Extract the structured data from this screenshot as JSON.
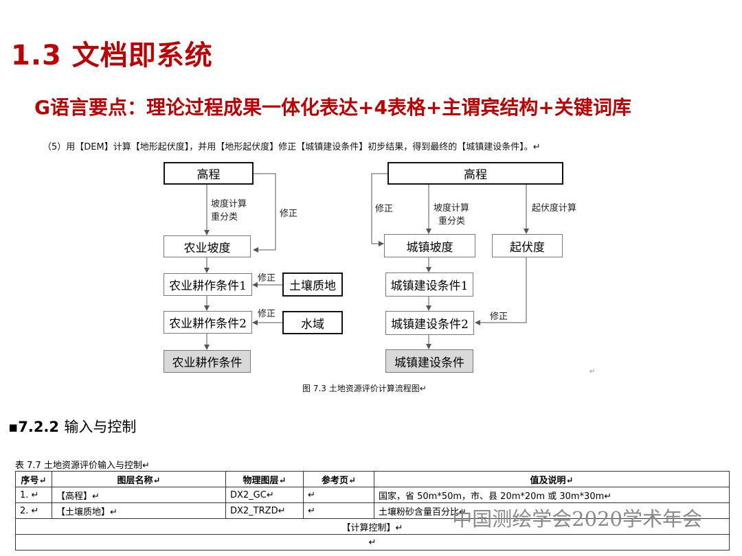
{
  "slide": {
    "title": "1.3 文档即系统",
    "subtitle": "G语言要点：理论过程成果一体化表达+4表格+主谓宾结构+关键词库"
  },
  "document": {
    "intro": "（5）用【DEM】计算【地形起伏度】，并用【地形起伏度】修正【城镇建设条件】初步结果，得到最终的【城镇建设条件】。↵",
    "figure_caption": "图 7.3 土地资源评价计算流程图↵",
    "section_number": "7.2.2",
    "section_title": "输入与控制",
    "table_caption": "表 7.7 土地资源评价输入与控制↵"
  },
  "flowchart": {
    "left": {
      "elevation": "高程",
      "slope_calc": "坡度计算",
      "reclass": "重分类",
      "correct_side": "修正",
      "ag_slope": "农业坡度",
      "ag_cond1": "农业耕作条件1",
      "soil_correct": "修正",
      "soil": "土壤质地",
      "ag_cond2": "农业耕作条件2",
      "water_correct": "修正",
      "water": "水域",
      "ag_final": "农业耕作条件"
    },
    "right": {
      "elevation": "高程",
      "correct_left": "修正",
      "slope_calc": "坡度计算",
      "reclass": "重分类",
      "relief_calc": "起伏度计算",
      "urban_slope": "城镇坡度",
      "relief": "起伏度",
      "urban_cond1": "城镇建设条件1",
      "urban_cond2": "城镇建设条件2",
      "relief_correct": "修正",
      "urban_final": "城镇建设条件"
    },
    "end_mark": "↵"
  },
  "table": {
    "headers": [
      "序号↵",
      "图层名称↵",
      "物理图层↵",
      "参考页↵",
      "值及说明↵"
    ],
    "rows": [
      [
        "1.  ↵",
        "【高程】↵",
        "DX2_GC↵",
        "↵",
        "国家，省 50m*50m，市、县 20m*20m 或 30m*30m↵"
      ],
      [
        "2.  ↵",
        "【土壤质地】↵",
        "DX2_TRZD↵",
        "↵",
        "土壤粉砂含量百分比↵"
      ]
    ],
    "control_row": "【计算控制】↵",
    "empty_row": "↵",
    "row_end": "↵"
  },
  "watermark": "中国测绘学会2020学术年会"
}
